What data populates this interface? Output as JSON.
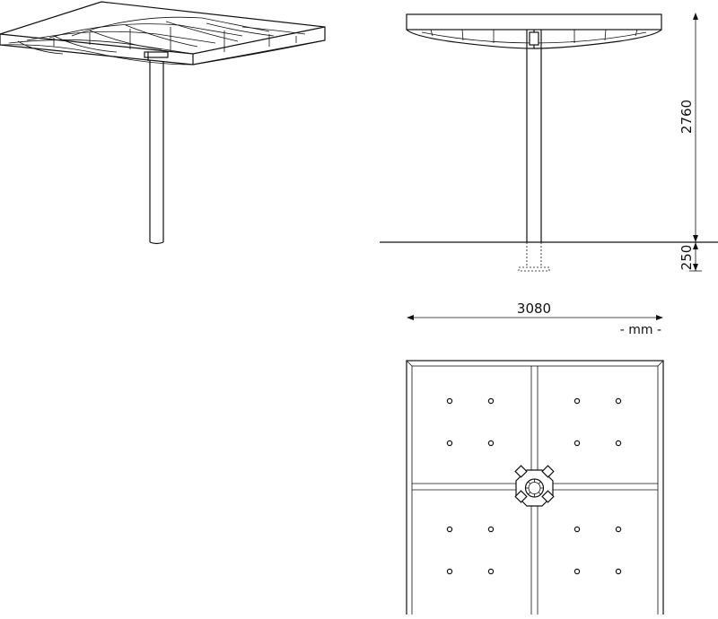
{
  "dimensions": {
    "height_above_ground": "2760",
    "depth_below_ground": "250",
    "width": "3080",
    "unit_label": "- mm -"
  },
  "views": {
    "perspective": "perspective-view",
    "elevation": "side-elevation",
    "plan": "top-plan"
  },
  "colors": {
    "line": "#111111",
    "background": "#ffffff"
  }
}
